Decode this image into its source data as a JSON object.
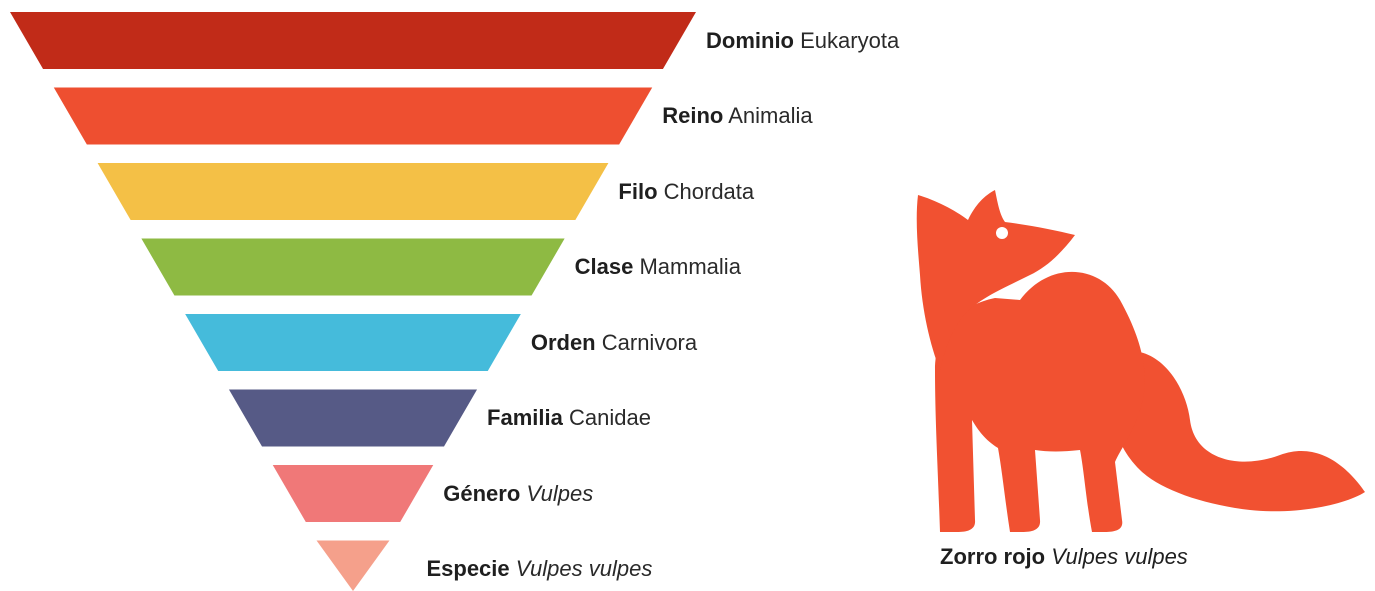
{
  "ranks": [
    {
      "rank": "Dominio",
      "value": "Eukaryota",
      "italic": false,
      "color": "#c12b18"
    },
    {
      "rank": "Reino",
      "value": "Animalia",
      "italic": false,
      "color": "#ee4f30"
    },
    {
      "rank": "Filo",
      "value": "Chordata",
      "italic": false,
      "color": "#f4c046"
    },
    {
      "rank": "Clase",
      "value": "Mammalia",
      "italic": false,
      "color": "#8eba43"
    },
    {
      "rank": "Orden",
      "value": "Carnivora",
      "italic": false,
      "color": "#45bbdb"
    },
    {
      "rank": "Familia",
      "value": "Canidae",
      "italic": false,
      "color": "#565a86"
    },
    {
      "rank": "Género",
      "value": "Vulpes",
      "italic": true,
      "color": "#f07878"
    },
    {
      "rank": "Especie",
      "value": "Vulpes vulpes",
      "italic": true,
      "color": "#f5a08b"
    }
  ],
  "fox": {
    "icon": "red-fox-icon",
    "color": "#f15131",
    "caption_common": "Zorro rojo",
    "caption_scientific": "Vulpes vulpes"
  }
}
